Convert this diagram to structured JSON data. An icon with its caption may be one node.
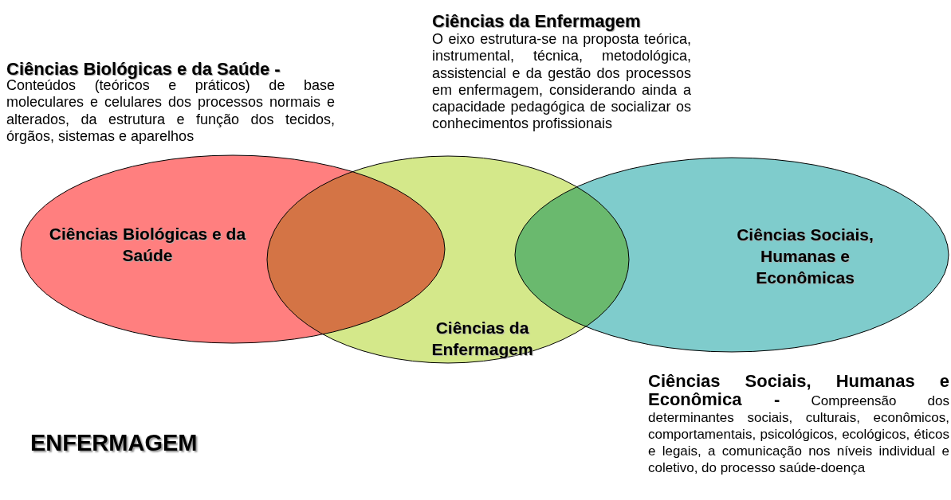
{
  "diagram": {
    "title": "ENFERMAGEM",
    "nodes": [
      {
        "text": [
          "Ciências Biológicas e da Saúde"
        ]
      },
      {
        "text": [
          "Ciências da Enfermagem"
        ]
      },
      {
        "text": [
          "Ciências Sociais, Humanas e Econômicas"
        ]
      }
    ],
    "edges": [],
    "labels": [
      "Ciências da Enfermagem",
      "O eixo estrutura-se na proposta teórica, instrumental, técnica, metodológica, assistencial e da gestão dos processos em enfermagem, considerando ainda a capacidade pedagógica de socializar os conhecimentos profissionais",
      "Ciências Biológicas e da Saúde -",
      "Conteúdos (teóricos e práticos) de base moleculares e celulares dos processos normais e alterados, da estrutura  e função dos tecidos, órgãos, sistemas e aparelhos",
      "**Ciências Sociais, Humanas e Econômica -**   Compreensão dos determinantes sociais, culturais, econômicos, comportamentais, psicológicos, ecológicos, éticos e legais, a comunicação nos níveis individual e coletivo, do processo saúde-doença"
    ]
  }
}
